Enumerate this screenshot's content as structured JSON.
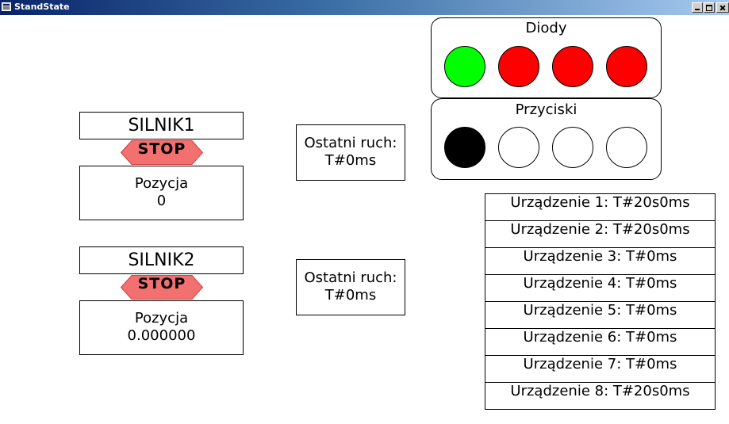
{
  "window": {
    "title": "StandState"
  },
  "motors": [
    {
      "name": "SILNIK1",
      "status": "STOP",
      "position_label": "Pozycja",
      "position_value": "0"
    },
    {
      "name": "SILNIK2",
      "status": "STOP",
      "position_label": "Pozycja",
      "position_value": "0.000000"
    }
  ],
  "last_moves": [
    {
      "label": "Ostatni ruch:",
      "value": "T#0ms"
    },
    {
      "label": "Ostatni ruch:",
      "value": "T#0ms"
    }
  ],
  "diodes": {
    "title": "Diody",
    "colors": [
      "#00ff00",
      "#ff0000",
      "#ff0000",
      "#ff0000"
    ]
  },
  "buttons": {
    "title": "Przyciski",
    "colors": [
      "#000000",
      "#ffffff",
      "#ffffff",
      "#ffffff"
    ]
  },
  "devices": [
    "Urządzenie 1: T#20s0ms",
    "Urządzenie 2: T#20s0ms",
    "Urządzenie 3: T#0ms",
    "Urządzenie 4: T#0ms",
    "Urządzenie 5: T#0ms",
    "Urządzenie 6: T#0ms",
    "Urządzenie 7: T#0ms",
    "Urządzenie 8: T#20s0ms"
  ],
  "colors": {
    "stop_fill": "#f27070",
    "titlebar_start": "#0a246a",
    "titlebar_end": "#a6caf0"
  },
  "icons": [
    "window-app-icon",
    "minimize-icon",
    "maximize-icon",
    "close-icon"
  ]
}
